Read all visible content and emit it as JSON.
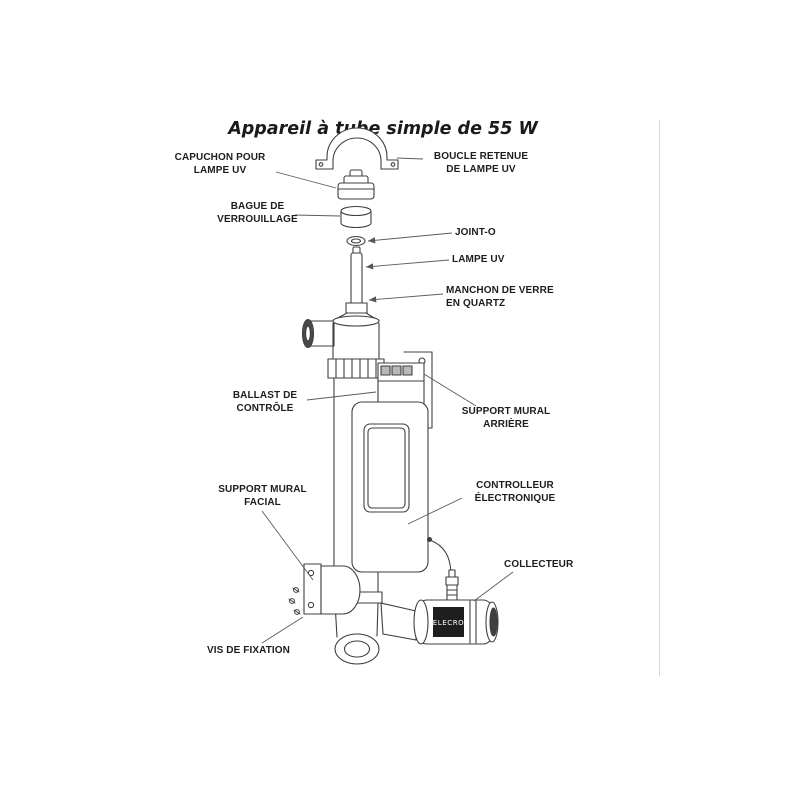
{
  "page": {
    "title": "Appareil à tube simple de 55 W"
  },
  "diagram": {
    "brand_text": "ELECRO",
    "labels": {
      "capuchon": "CAPUCHON POUR\nLAMPE UV",
      "boucle": "BOUCLE RETENUE\nDE LAMPE UV",
      "bague": "BAGUE DE\nVERROUILLAGE",
      "joint_o": "JOINT-O",
      "lampe_uv": "LAMPE UV",
      "manchon": "MANCHON DE VERRE\nEN QUARTZ",
      "ballast": "BALLAST DE\nCONTRÔLE",
      "support_mural_arriere": "SUPPORT MURAL\nARRIÈRE",
      "support_mural_facial": "SUPPORT MURAL\nFACIAL",
      "controlleur": "CONTROLLEUR\nÉLECTRONIQUE",
      "collecteur": "COLLECTEUR",
      "vis_de_fixation": "VIS DE FIXATION"
    }
  }
}
